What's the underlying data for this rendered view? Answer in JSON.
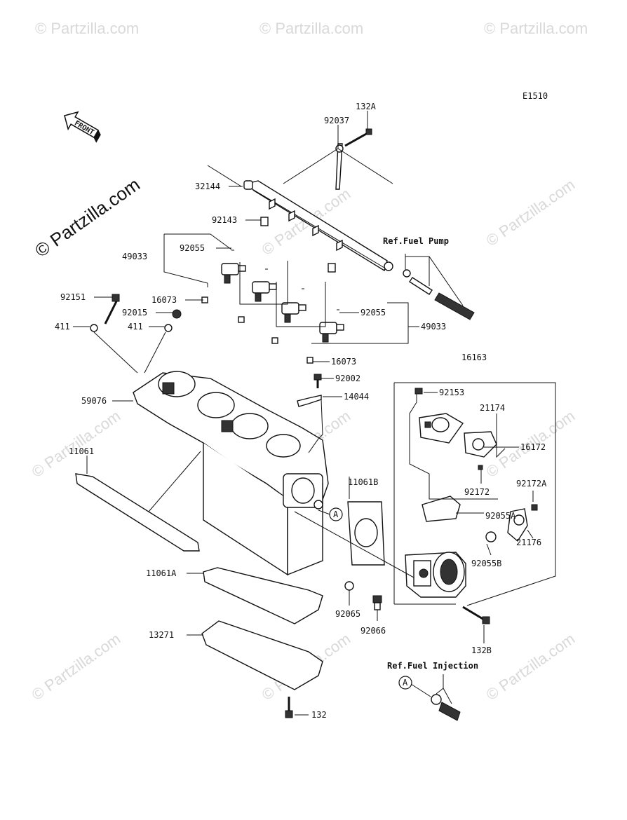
{
  "diagram_code": "E1510",
  "front_label": "FRONT",
  "watermark_main": "© Partzilla.com",
  "watermark_repeat": "© Partzilla.com",
  "refs": {
    "fuel_pump": "Ref.Fuel Pump",
    "fuel_injection": "Ref.Fuel Injection",
    "callout_a": "A"
  },
  "parts": {
    "p132A": "132A",
    "p92037": "92037",
    "p32144": "32144",
    "p92143": "92143",
    "p49033_left": "49033",
    "p92055_left": "92055",
    "p92151": "92151",
    "p16073_top": "16073",
    "p92015": "92015",
    "p411_left": "411",
    "p411_right": "411",
    "p92055_right": "92055",
    "p49033_right": "49033",
    "p16073_bot": "16073",
    "p16163": "16163",
    "p92002": "92002",
    "p92153": "92153",
    "p14044": "14044",
    "p59076": "59076",
    "p21174": "21174",
    "p16172": "16172",
    "p11061": "11061",
    "p11061B": "11061B",
    "p92172": "92172",
    "p92172A": "92172A",
    "p92055A": "92055A",
    "p21176": "21176",
    "p92055B": "92055B",
    "p11061A": "11061A",
    "p92065": "92065",
    "p92066": "92066",
    "p132B": "132B",
    "p13271": "13271",
    "p132": "132"
  }
}
